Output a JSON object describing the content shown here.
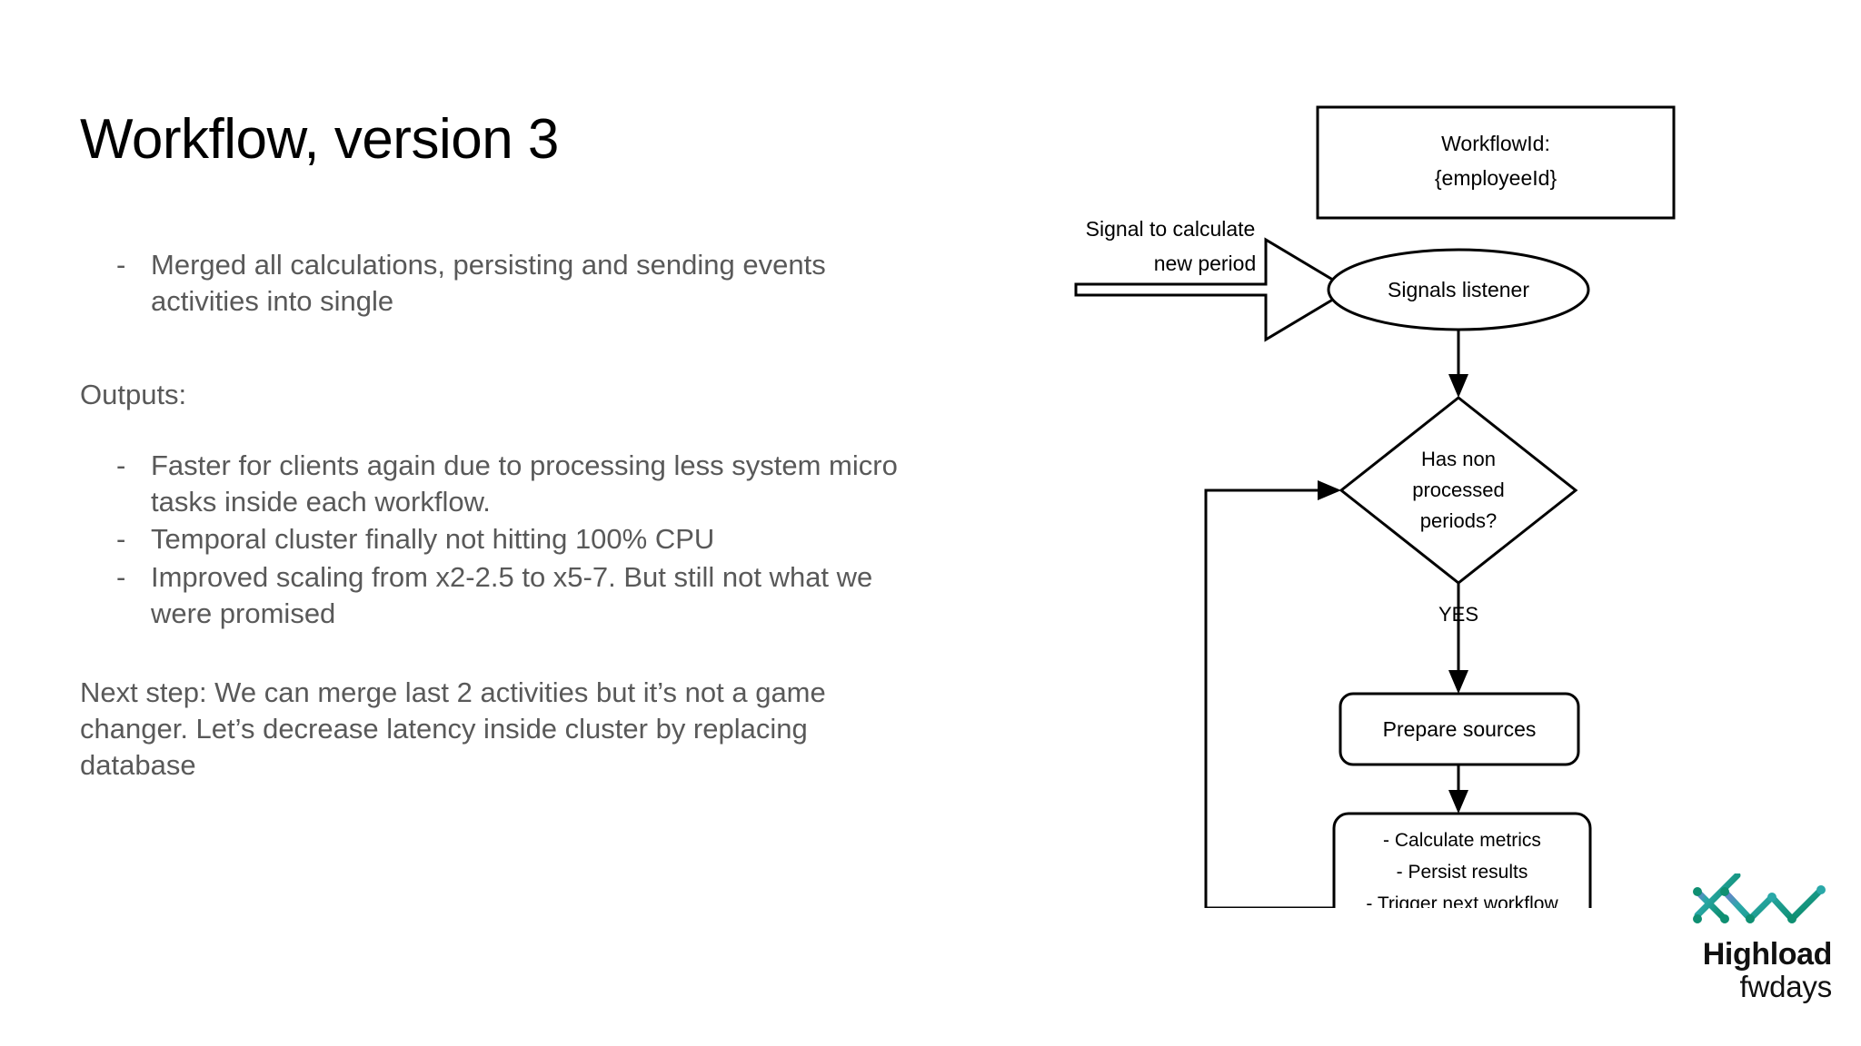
{
  "slide": {
    "title": "Workflow, version 3",
    "text_color": "#595959",
    "background": "#ffffff"
  },
  "content": {
    "intro_bullets": [
      "Merged all calculations, persisting and sending events activities into single"
    ],
    "outputs_label": "Outputs:",
    "output_bullets": [
      "Faster for clients again due to processing less system micro tasks inside each workflow.",
      "Temporal cluster finally not hitting 100% CPU",
      "Improved scaling from x2-2.5 to x5-7. But still not what we were promised"
    ],
    "bullet_marker": "-",
    "next_step": "Next step: We can merge last 2 activities but it’s not a game changer. Let’s decrease latency inside cluster by replacing database"
  },
  "diagram": {
    "workflow_id_box": {
      "line1": "WorkflowId:",
      "line2": "{employeeId}"
    },
    "signal_arrow": {
      "line1": "Signal to calculate",
      "line2": "new period"
    },
    "signals_listener": "Signals listener",
    "decision": {
      "line1": "Has non",
      "line2": "processed",
      "line3": "periods?"
    },
    "decision_yes_label": "YES",
    "prepare_sources": "Prepare sources",
    "activity_box": {
      "line1": "- Calculate metrics",
      "line2": "- Persist results",
      "line3": "- Trigger next workflow"
    },
    "stroke_color": "#000000"
  },
  "logo": {
    "brand_top": "Highload",
    "brand_bottom": "fwdays",
    "mark_color_start": "#7b78d4",
    "mark_color_mid": "#2aa8a8",
    "mark_color_end": "#0f8f72"
  }
}
